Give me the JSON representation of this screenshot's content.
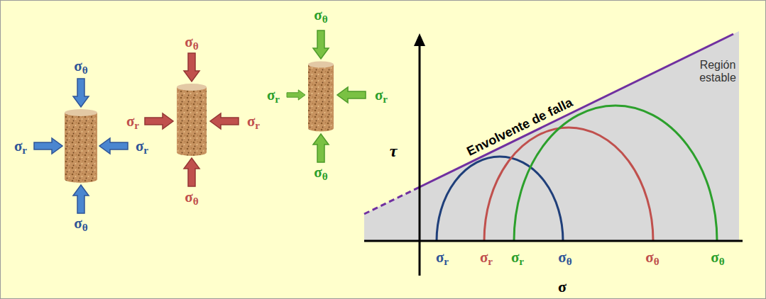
{
  "diagram": {
    "labels": [
      "σθ",
      "σr",
      "σr",
      "σθ",
      "σθ",
      "σr",
      "σr",
      "σθ",
      "σθ",
      "σr",
      "σr",
      "σθ",
      "τ",
      "σ",
      "Envolvente de falla",
      "Región estable",
      "σr",
      "σr",
      "σr",
      "σθ",
      "σθ",
      "σθ"
    ]
  }
}
